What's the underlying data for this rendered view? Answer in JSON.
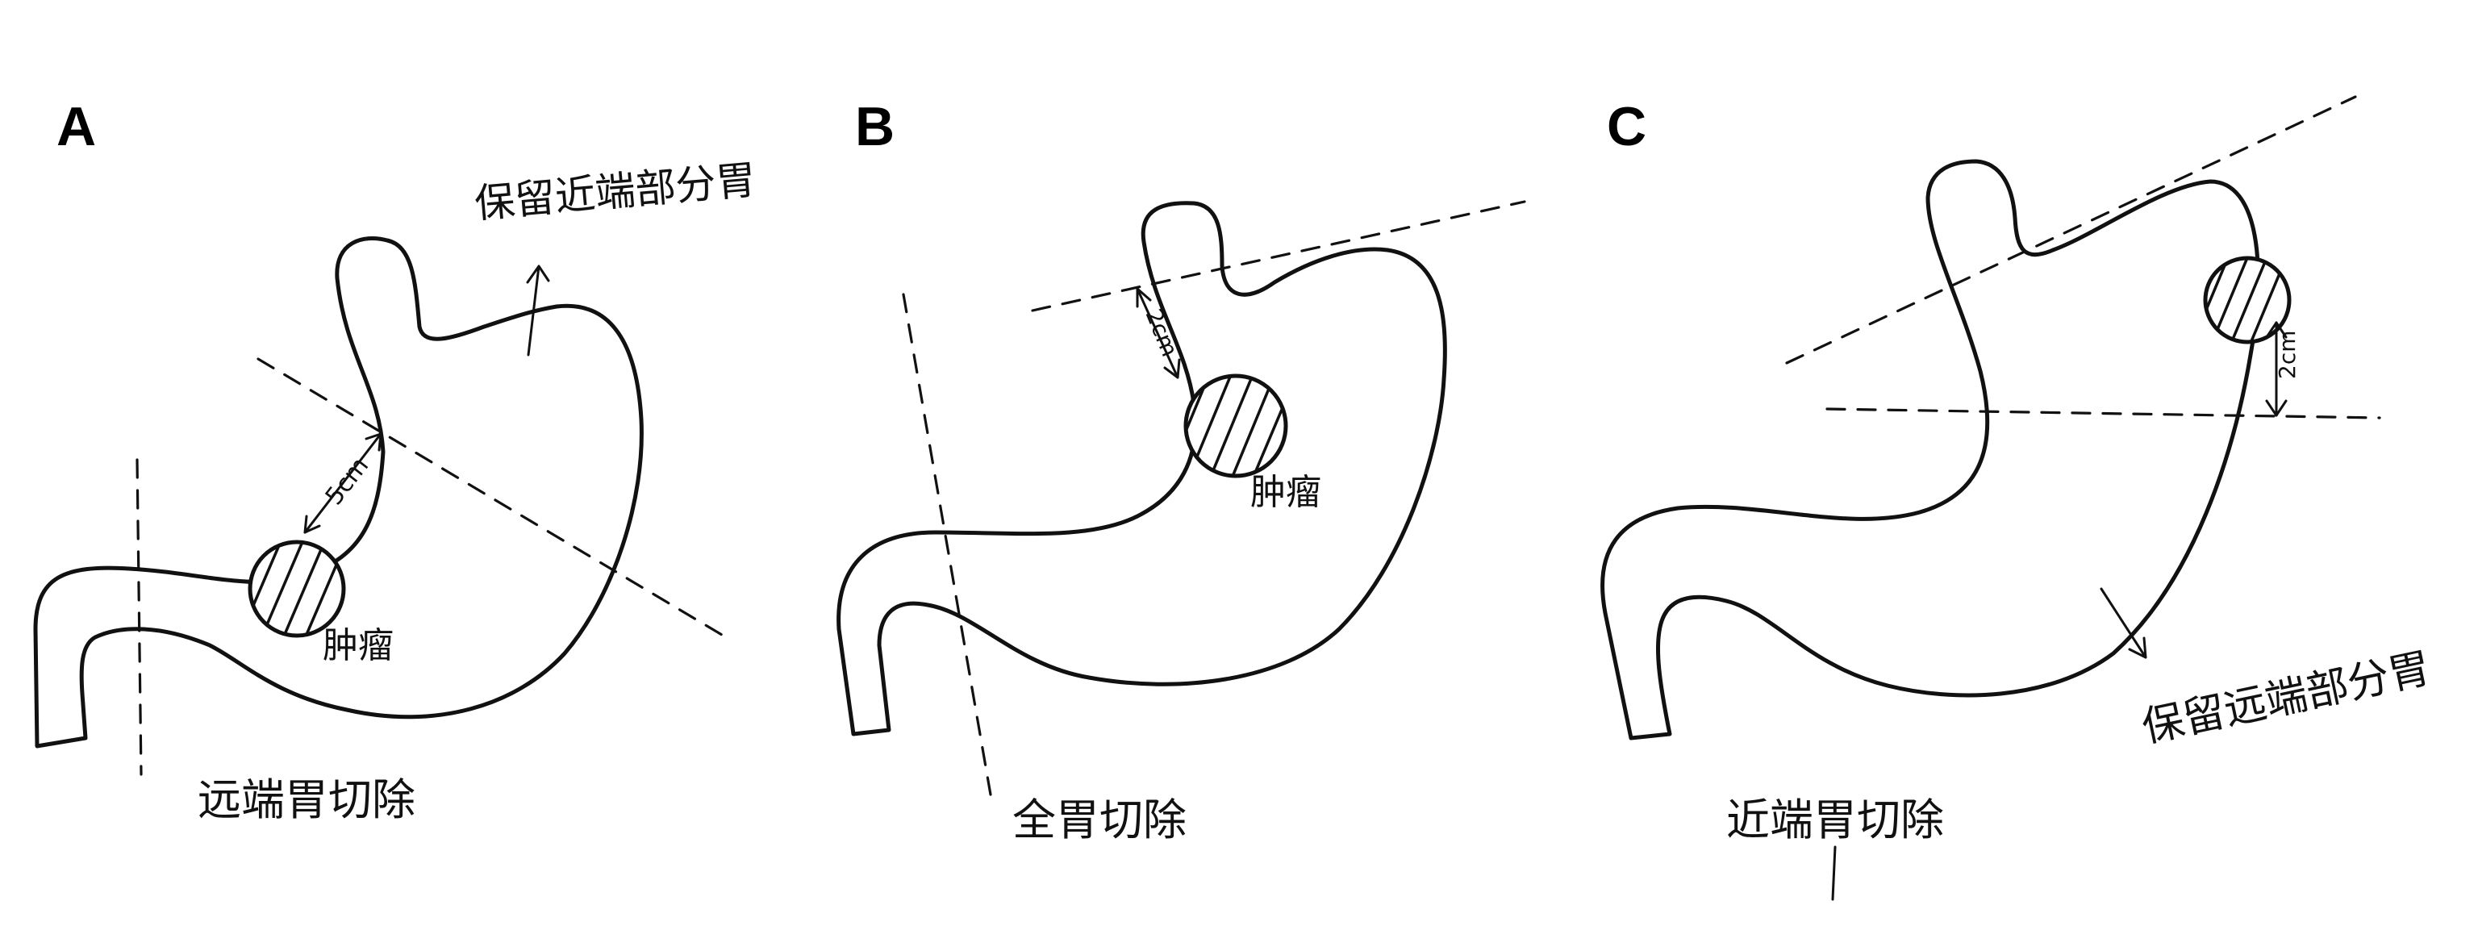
{
  "panels": [
    {
      "letter": "A",
      "label_procedure": "远端胃切除",
      "label_preserve": "保留近端部分胃",
      "label_tumor": "肿瘤",
      "label_distance": "5cm"
    },
    {
      "letter": "B",
      "label_procedure": "全胃切除",
      "label_tumor": "肿瘤",
      "label_distance": "2cm"
    },
    {
      "letter": "C",
      "label_procedure": "近端胃切除",
      "label_preserve": "保留远端部分胃",
      "label_distance": "2cm"
    }
  ],
  "colors": {
    "ink": "#111111",
    "background": "#ffffff"
  }
}
